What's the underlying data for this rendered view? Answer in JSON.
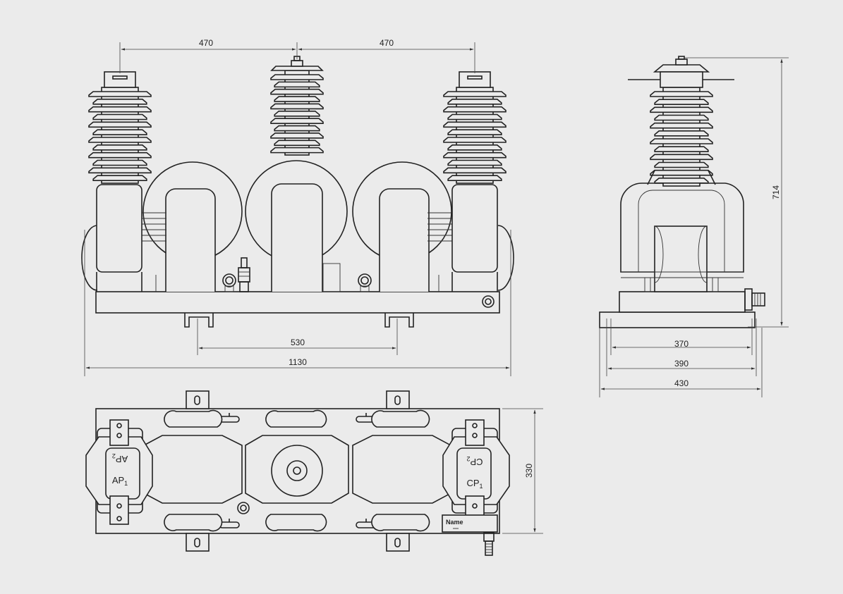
{
  "dimensions": {
    "front_left_spacing": "470",
    "front_right_spacing": "470",
    "front_mount_spacing": "530",
    "front_total_width": "1130",
    "side_height": "714",
    "side_inner_width": "370",
    "side_mid_width": "390",
    "side_outer_width": "430",
    "top_depth": "330"
  },
  "labels": {
    "ap2": "AP",
    "ap2_sub": "2",
    "ap1": "AP",
    "ap1_sub": "1",
    "cp2": "CP",
    "cp2_sub": "2",
    "cp1": "CP",
    "cp1_sub": "1",
    "nameplate": "Name"
  },
  "colors": {
    "background": "#ebebeb",
    "line": "#222222"
  }
}
